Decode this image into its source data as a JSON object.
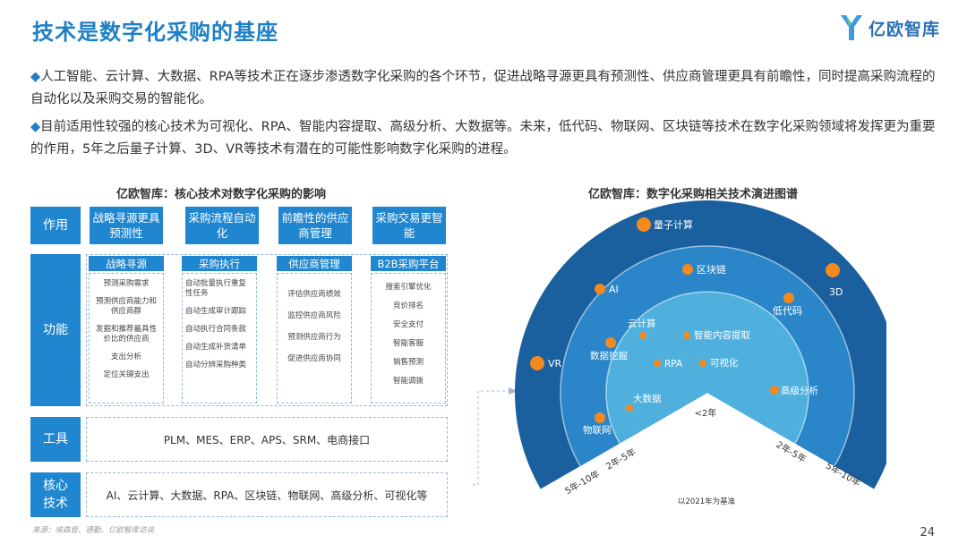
{
  "title": "技术是数字化采购的基座",
  "logo": {
    "text": "亿欧智库"
  },
  "paragraphs": [
    {
      "bullet": "◆",
      "text": "人工智能、云计算、大数据、RPA等技术正在逐步渗透数字化采购的各个环节，促进战略寻源更具有预测性、供应商管理更具有前瞻性，同时提高采购流程的自动化以及采购交易的智能化。"
    },
    {
      "bullet": "◆",
      "text": "目前适用性较强的核心技术为可视化、RPA、智能内容提取、高级分析、大数据等。未来，低代码、物联网、区块链等技术在数字化采购领域将发挥更为重要的作用，5年之后量子计算、3D、VR等技术有潜在的可能性影响数字化采购的进程。"
    }
  ],
  "left": {
    "title": "亿欧智库：核心技术对数字化采购的影响",
    "rows": {
      "zuoyong": "作用",
      "gongneng": "功能",
      "gongju": "工具",
      "hexin": "核心技术"
    },
    "effects": [
      "战略寻源更具预测性",
      "采购流程自动化",
      "前瞻性的供应商管理",
      "采购交易更智能"
    ],
    "functions": [
      {
        "head": "战略寻源",
        "items": [
          "预测采购需求",
          "预测供应商能力和供应商群",
          "发掘和推荐最具性价比的供应商",
          "支出分析",
          "定位关键支出"
        ]
      },
      {
        "head": "采购执行",
        "items": [
          "自动批量执行重复性任务",
          "自动生成审计跟踪",
          "自动执行合同条款",
          "自动生成补货清单",
          "自动分辨采购种类"
        ]
      },
      {
        "head": "供应商管理",
        "items": [
          "评估供应商绩效",
          "监控供应商风险",
          "预测供应商行为",
          "促进供应商协同"
        ]
      },
      {
        "head": "B2B采购平台",
        "items": [
          "搜索引擎优化",
          "竞价排名",
          "安全支付",
          "智能客服",
          "销售预测",
          "智能调拨"
        ]
      }
    ],
    "tools": "PLM、MES、ERP、APS、SRM、电商接口",
    "core": "AI、云计算、大数据、RPA、区块链、物联网、高级分析、可视化等"
  },
  "right": {
    "title": "亿欧智库：数字化采购相关技术演进图谱",
    "note": "以2021年为基准",
    "colors": {
      "outer": "#1a5f9e",
      "mid": "#2a86c9",
      "inner": "#4fb0de",
      "dot": "#f28a1e"
    },
    "ring_labels": {
      "inner": "<2年",
      "mid_left": "2年-5年",
      "mid_right": "2年-5年",
      "outer_left": "5年-10年",
      "outer_right": "5年-10年"
    },
    "techs": {
      "outer": [
        "量子计算",
        "区块链",
        "AI",
        "3D",
        "低代码",
        "VR"
      ],
      "mid": [
        "云计算",
        "数据挖掘",
        "物联网",
        "高级分析"
      ],
      "inner": [
        "智能内容提取",
        "RPA",
        "可视化",
        "大数据"
      ]
    }
  },
  "source": "来源：埃森哲、德勤、亿欧智库访谈",
  "page_number": "24"
}
